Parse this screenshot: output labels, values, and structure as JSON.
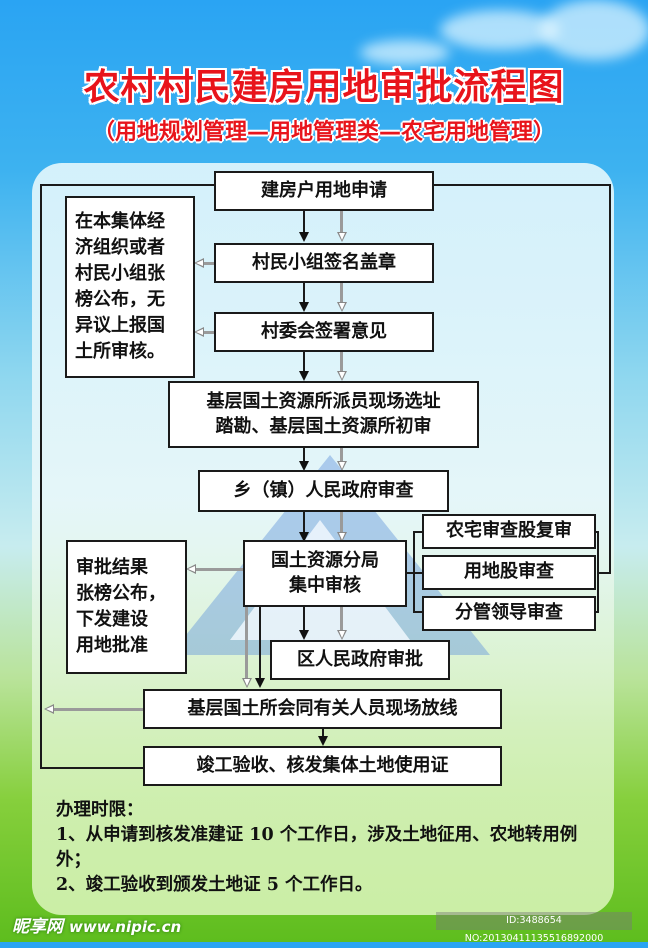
{
  "title": "农村村民建房用地审批流程图",
  "subtitle": "（用地规划管理—用地管理类—农宅用地管理）",
  "colors": {
    "title": "#e8141b",
    "sky": "#2aa4f3",
    "grass": "#5ebd1e",
    "box_border": "#1a1a1a",
    "hollow_arrow": "#888888"
  },
  "flow": {
    "steps": [
      {
        "id": "s1",
        "label": "建房户用地申请"
      },
      {
        "id": "s2",
        "label": "村民小组签名盖章"
      },
      {
        "id": "s3",
        "label": "村委会签署意见"
      },
      {
        "id": "s4",
        "label": "基层国土资源所派员现场选址踏勘、基层国土资源所初审",
        "lines": [
          "基层国土资源所派员现场选址",
          "踏勘、基层国土资源所初审"
        ]
      },
      {
        "id": "s5",
        "label": "乡（镇）人民政府审查"
      },
      {
        "id": "s6",
        "label": "国土资源分局集中审核",
        "lines": [
          "国土资源分局",
          "集中审核"
        ]
      },
      {
        "id": "s7",
        "label": "区人民政府审批"
      },
      {
        "id": "s8",
        "label": "基层国土所会同有关人员现场放线"
      },
      {
        "id": "s9",
        "label": "竣工验收、核发集体土地使用证"
      }
    ],
    "side_notes": [
      {
        "id": "n1",
        "lines": [
          "在本集体经",
          "济组织或者",
          "村民小组张",
          "榜公布，无",
          "异议上报国",
          "土所审核。"
        ]
      },
      {
        "id": "n2",
        "lines": [
          "审批结果",
          "张榜公布，",
          "下发建设",
          "用地批准"
        ]
      }
    ],
    "review_branch": [
      {
        "id": "r1",
        "label": "农宅审查股复审"
      },
      {
        "id": "r2",
        "label": "用地股审查"
      },
      {
        "id": "r3",
        "label": "分管领导审查"
      }
    ]
  },
  "notes": {
    "heading": "办理时限：",
    "items": [
      "1、从申请到核发准建证 10 个工作日，涉及土地征用、农地转用例外；",
      "2、竣工验收到颁发土地证 5 个工作日。"
    ]
  },
  "watermark": {
    "brand": "昵享网",
    "url": "www.nipic.cn",
    "id_text": "ID:3488654 NO:20130411135516892000"
  }
}
